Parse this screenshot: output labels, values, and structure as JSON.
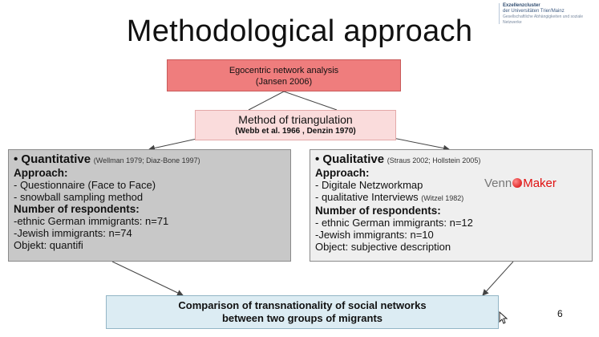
{
  "slide": {
    "title": "Methodological approach",
    "page_number": "6"
  },
  "logo": {
    "line1": "Exzellenzcluster",
    "line2": "der Universitäten Trier/Mainz",
    "line3": "Gesellschaftliche Abhängigkeiten und soziale Netzwerke"
  },
  "ego_box": {
    "line1": "Egocentric network analysis",
    "line2": "(Jansen 2006)"
  },
  "triangulation_box": {
    "title": "Method of triangulation",
    "citation": "(Webb et al. 1966 , Denzin 1970)"
  },
  "quantitative": {
    "heading": "• Quantitative",
    "citation": "(Wellman 1979; Diaz-Bone 1997)",
    "approach_label": "Approach:",
    "approach_items": [
      "- Questionnaire (Face to Face)",
      "- snowball sampling method"
    ],
    "respondents_label": "Number of respondents:",
    "respondents_items": [
      "-ethnic German immigrants: n=71",
      "-Jewish immigrants: n=74"
    ],
    "object": "Objekt: quantifi"
  },
  "qualitative": {
    "heading": "• Qualitative",
    "citation": "(Straus 2002; Hollstein 2005)",
    "approach_label": "Approach:",
    "approach_item1": "- Digitale Netzworkmap",
    "approach_item2": "- qualitative Interviews",
    "approach_item2_cite": "(Witzel 1982)",
    "respondents_label": "Number of respondents:",
    "respondents_items": [
      "- ethnic German immigrants: n=12",
      "-Jewish immigrants: n=10"
    ],
    "object": "Object: subjective description"
  },
  "vennmaker_logo": {
    "part1": "Venn",
    "part2": "Maker"
  },
  "comparison_box": {
    "line1": "Comparison of transnationality of social networks",
    "line2": "between two groups of migrants"
  },
  "colors": {
    "ego_box": "#ef7d7d",
    "triangulation_box": "#fadcdc",
    "quantitative_panel": "#c8c8c8",
    "qualitative_panel": "#efefef",
    "comparison_box": "#dcecf3"
  }
}
